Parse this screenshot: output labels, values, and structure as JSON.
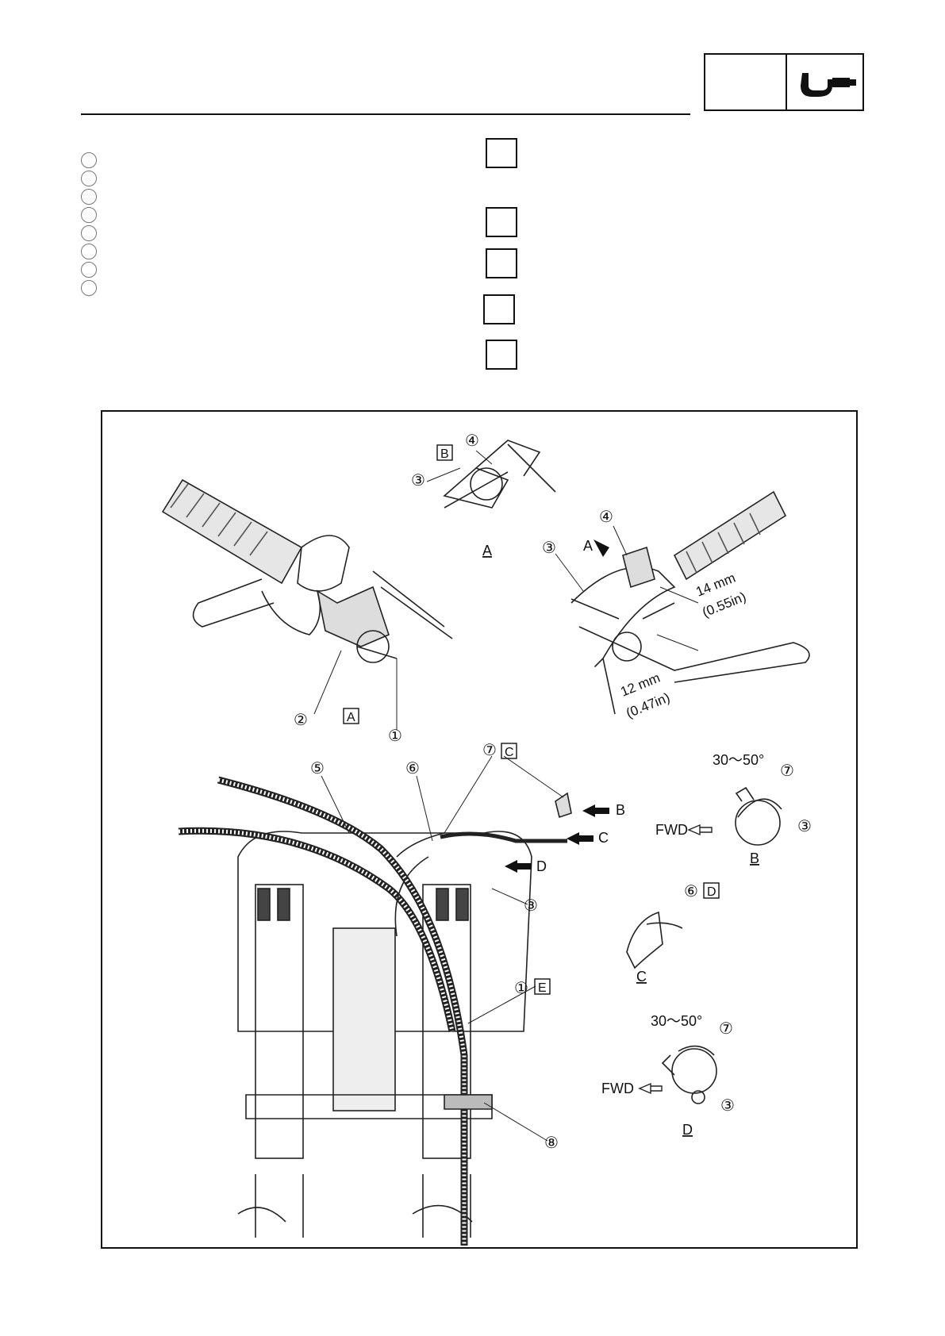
{
  "page": {
    "header_icon": "micrometer-tool-icon"
  },
  "diagram": {
    "callouts": [
      "①",
      "②",
      "③",
      "④",
      "⑤",
      "⑥",
      "⑦",
      "⑧"
    ],
    "letters": [
      "A",
      "B",
      "C",
      "D",
      "E"
    ],
    "view_labels": {
      "a": "A",
      "b": "B",
      "c": "C",
      "d": "D"
    },
    "arrow_a": "A",
    "arrow_b": "B",
    "arrow_c": "C",
    "arrow_d": "D",
    "dim1": {
      "mm": "14 mm",
      "in": "(0.55in)"
    },
    "dim2": {
      "mm": "12 mm",
      "in": "(0.47in)"
    },
    "angle": "30〜50°",
    "fwd": "FWD"
  }
}
